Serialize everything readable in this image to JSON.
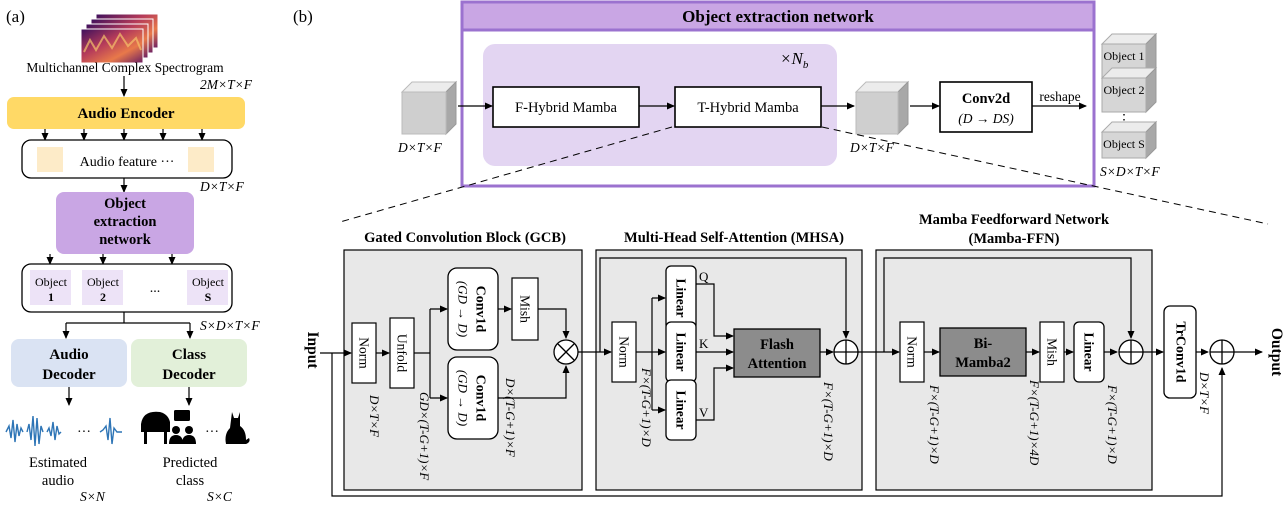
{
  "panel_a": {
    "label": "(a)",
    "spectrogram_label": "Multichannel Complex Spectrogram",
    "spectrogram_dims": "2M×T×F",
    "audio_encoder": "Audio Encoder",
    "audio_feature": "Audio feature ···",
    "feature_dims": "D×T×F",
    "object_extraction": [
      "Object",
      "extraction",
      "network"
    ],
    "object_list": [
      {
        "line1": "Object",
        "line2": "1"
      },
      {
        "line1": "Object",
        "line2": "2"
      },
      {
        "line1": "Object",
        "line2": "S"
      }
    ],
    "object_ellipsis": "...",
    "object_dims": "S×D×T×F",
    "audio_decoder": [
      "Audio",
      "Decoder"
    ],
    "class_decoder": [
      "Class",
      "Decoder"
    ],
    "icon_ellipsis": "···",
    "estimated_audio": [
      "Estimated",
      "audio"
    ],
    "estimated_dims": "S×N",
    "predicted_class": [
      "Predicted",
      "class"
    ],
    "predicted_dims": "S×C",
    "accent_colors": {
      "encoder": "#ffd966",
      "extraction": "#c9a6e4",
      "audio_decoder": "#dae3f3",
      "class_decoder": "#e2f0d9",
      "object_chip": "#ede3f7",
      "feature_chip": "#fdebc8",
      "waveform": "#2e75b6"
    }
  },
  "panel_b": {
    "label": "(b)",
    "network_title": "Object extraction network",
    "repeat_label": "×N",
    "repeat_sub": "b",
    "f_hybrid": "F-Hybrid Mamba",
    "t_hybrid": "T-Hybrid Mamba",
    "input_dims": "D×T×F",
    "output_dims": "D×T×F",
    "conv2d": "Conv2d",
    "conv2d_sub": "(D → DS)",
    "reshape": "reshape",
    "objects": [
      "Object 1",
      "Object 2",
      "Object S"
    ],
    "objects_ellipsis": "⋮",
    "objects_dims": "S×D×T×F"
  },
  "detail": {
    "input_label": "Input",
    "output_label": "Output",
    "gcb": {
      "title": "Gated Convolution Block (GCB)",
      "norm": "Norm",
      "unfold": "Unfold",
      "conv1d_top": "Conv1d",
      "conv1d_top_sub": "(GD → D)",
      "conv1d_bottom": "Conv1d",
      "conv1d_bottom_sub": "(GD → D)",
      "mish": "Mish",
      "dims_norm": "D×T×F",
      "dims_unfold": "GD×(T-G+1)×F",
      "dims_conv": "D×(T-G+1)×F"
    },
    "mhsa": {
      "title": "Multi-Head Self-Attention (MHSA)",
      "norm": "Norm",
      "linear": [
        "Linear",
        "Linear",
        "Linear"
      ],
      "qkv": [
        "Q",
        "K",
        "V"
      ],
      "flash": [
        "Flash",
        "Attention"
      ],
      "dims_in": "F×(T-G+1)×D",
      "dims_out": "F×(T-G+1)×D"
    },
    "ffn": {
      "title": [
        "Mamba Feedforward Network",
        "(Mamba-FFN)"
      ],
      "norm": "Norm",
      "bimamba": [
        "Bi-",
        "Mamba2"
      ],
      "mish": "Mish",
      "linear": "Linear",
      "dims_norm": "F×(T-G+1)×D",
      "dims_mamba": "F×(T-G+1)×4D",
      "dims_linear": "F×(T-G+1)×D"
    },
    "trconv": "TrConv1d",
    "dims_trconv": "D×T×F"
  }
}
